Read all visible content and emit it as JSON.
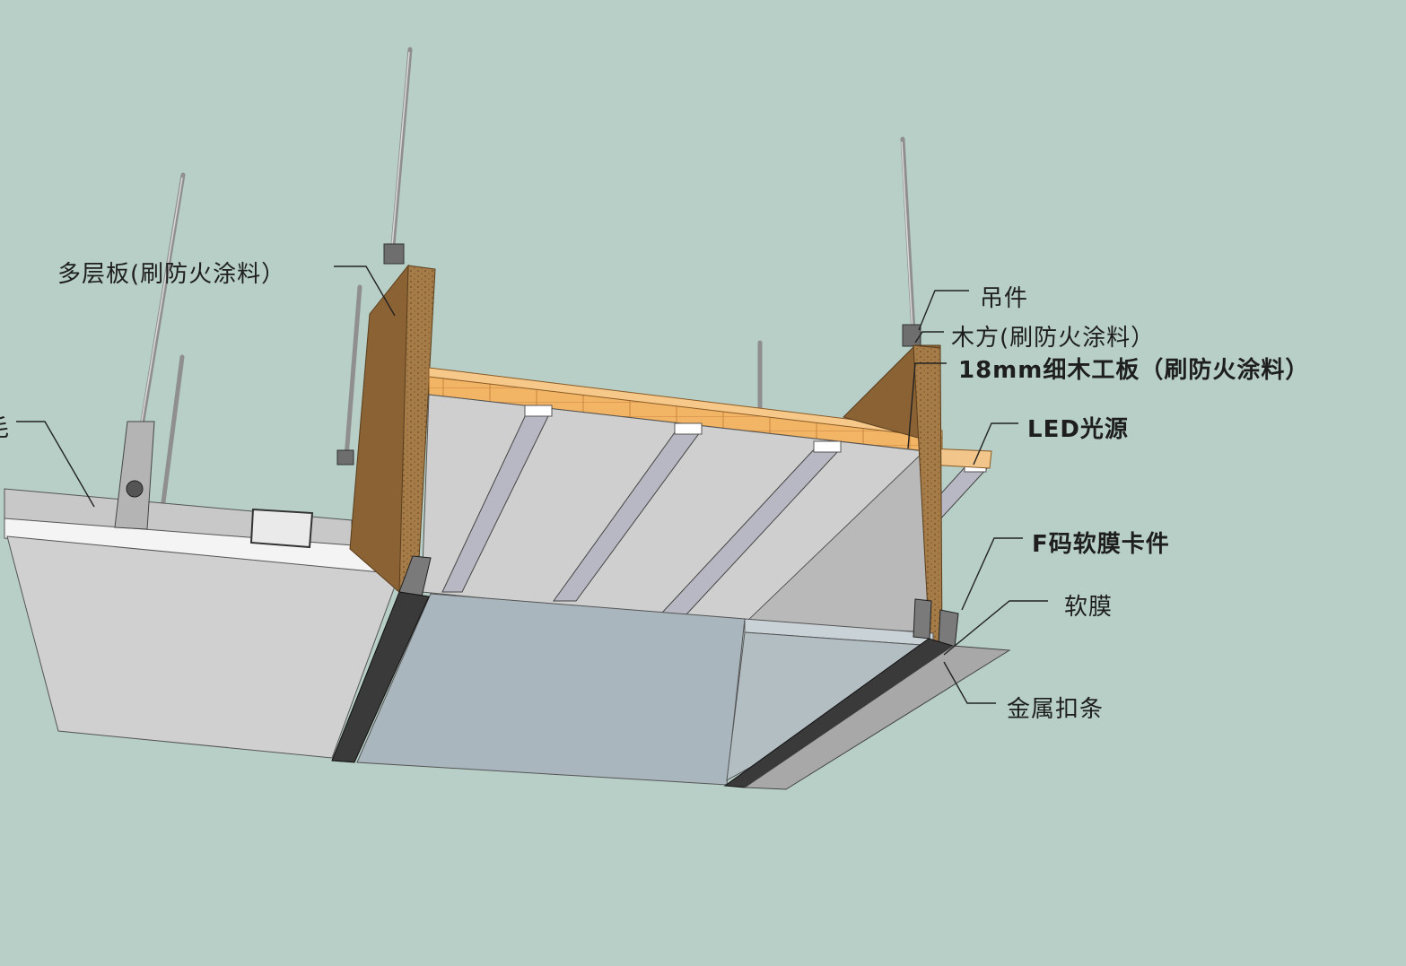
{
  "colors": {
    "background": "#b7cfc6",
    "wood": "#a57b47",
    "plywood": "#f2b566",
    "panel": "#d2d2d2",
    "membrane": "#a9b6bd",
    "metal_strip": "#3a3a3a",
    "led": "#ffffff"
  },
  "labels": {
    "multilayer_board": "多层板(刷防火涂料）",
    "left_cut": "毛",
    "hanger": "吊件",
    "wood_batten": "木方(刷防火涂料）",
    "joinery_board": "18mm细木工板（刷防火涂料）",
    "led_source": "LED光源",
    "f_clip": "F码软膜卡件",
    "soft_film": "软膜",
    "metal_strip": "金属扣条"
  },
  "icons": {
    "rods": "threaded-rod-icon",
    "led": "led-strip-icon"
  }
}
